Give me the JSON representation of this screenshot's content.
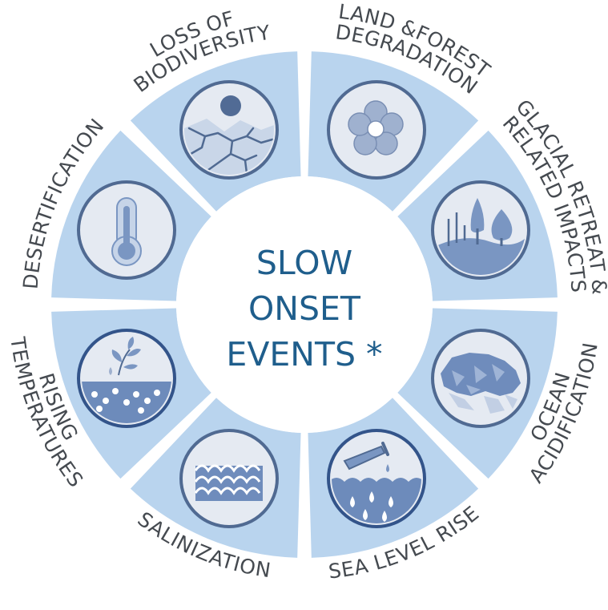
{
  "center": {
    "lines": [
      "SLOW",
      "ONSET",
      "EVENTS *"
    ]
  },
  "segments": [
    {
      "id": "desertification",
      "icon": "desertification-icon",
      "lines": [
        "DESERTIFICATION"
      ]
    },
    {
      "id": "biodiversity",
      "icon": "flower-icon",
      "lines": [
        "LOSS OF",
        "BIODIVERSITY"
      ]
    },
    {
      "id": "land-degradation",
      "icon": "forest-icon",
      "lines": [
        "LAND &FOREST",
        "DEGRADATION"
      ]
    },
    {
      "id": "glacial",
      "icon": "glacier-icon",
      "lines": [
        "GLACIAL RETREAT &",
        "RELATED IMPACTS"
      ]
    },
    {
      "id": "ocean",
      "icon": "test-tube-icon",
      "lines": [
        "OCEAN",
        "ACIDIFICATION"
      ]
    },
    {
      "id": "sea-level",
      "icon": "waves-icon",
      "lines": [
        "SEA LEVEL RISE"
      ]
    },
    {
      "id": "salinization",
      "icon": "plant-icon",
      "lines": [
        "SALINIZATION"
      ]
    },
    {
      "id": "temperatures",
      "icon": "thermometer-icon",
      "lines": [
        "RISING",
        "TEMPERATURES"
      ]
    }
  ],
  "colors": {
    "segment": "#b9d4ee",
    "icon_fill": "#e5eaf2",
    "icon_stroke": "#506a92",
    "icon_accent": "#7591bd",
    "center_text": "#1f5e8c",
    "label_text": "#454a50"
  }
}
